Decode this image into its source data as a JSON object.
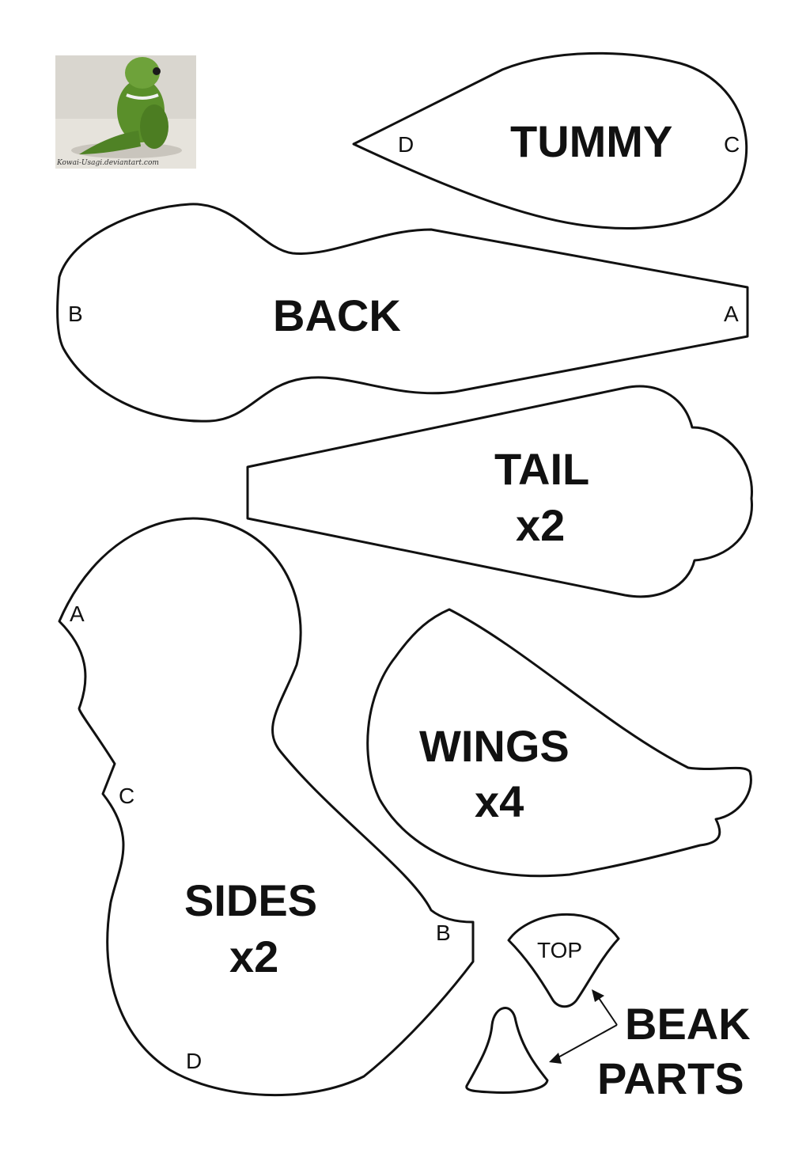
{
  "photo": {
    "caption": "Kowai-Usagi.deviantart.com",
    "subject": "green plush bird"
  },
  "pieces": {
    "tummy": {
      "label": "TUMMY",
      "marks": [
        "D",
        "C"
      ]
    },
    "back": {
      "label": "BACK",
      "marks": [
        "B",
        "A"
      ]
    },
    "tail": {
      "label": "TAIL",
      "count": "x2"
    },
    "sides": {
      "label": "SIDES",
      "count": "x2",
      "marks": [
        "A",
        "C",
        "B",
        "D"
      ]
    },
    "wings": {
      "label": "WINGS",
      "count": "x4"
    },
    "beak_top": {
      "label": "TOP"
    }
  },
  "beak_parts": {
    "line1": "BEAK",
    "line2": "PARTS"
  },
  "colors": {
    "outline": "#111111",
    "paper": "#ffffff",
    "plush_green": "#5a8f2a"
  }
}
